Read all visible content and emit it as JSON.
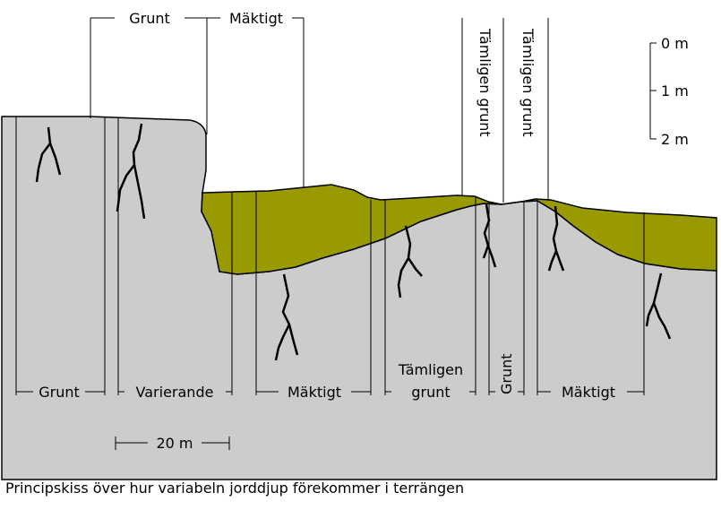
{
  "diagram": {
    "top_labels": {
      "grunt": "Grunt",
      "maktigt": "Mäktigt",
      "tamligen_grunt_1": "Tämligen grunt",
      "tamligen_grunt_2": "Tämligen grunt"
    },
    "depth_scale": {
      "marks": [
        "0 m",
        "1 m",
        "2 m"
      ]
    },
    "bottom_labels": {
      "grunt": "Grunt",
      "varierande": "Varierande",
      "maktigt_1": "Mäktigt",
      "tamligen_grunt_line1": "Tämligen",
      "tamligen_grunt_line2": "grunt",
      "grunt_vertical": "Grunt",
      "maktigt_2": "Mäktigt"
    },
    "length_scale": "20 m",
    "colors": {
      "bedrock": "#cccccc",
      "soil": "#999900",
      "lines": "#000000",
      "background": "#ffffff"
    }
  },
  "caption": "Principskiss över hur variabeln jorddjup förekommer i terrängen"
}
